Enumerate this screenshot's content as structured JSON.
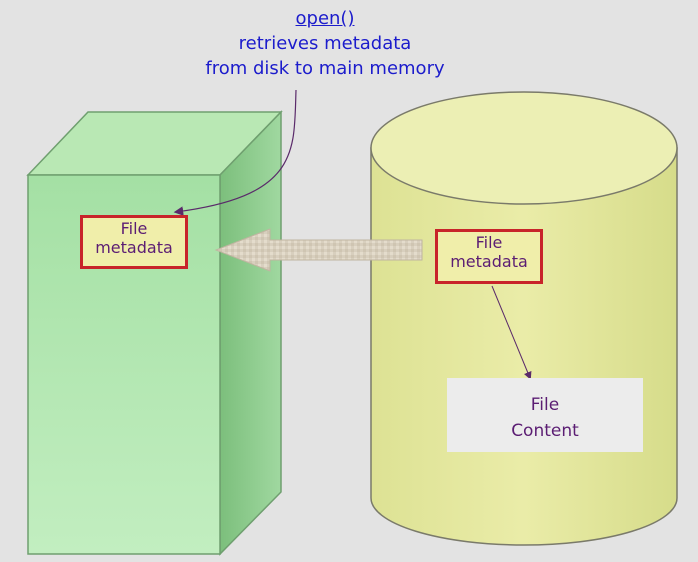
{
  "caption": {
    "call": "open()",
    "line1": "retrieves metadata",
    "line2": "from disk to main memory"
  },
  "memory_box": {
    "line1": "File",
    "line2": "metadata"
  },
  "disk_box": {
    "line1": "File",
    "line2": "metadata"
  },
  "content_box": {
    "line1": "File",
    "line2": "Content"
  },
  "colors": {
    "background": "#e3e3e3",
    "memory_front": "#a6e2a6",
    "memory_side": "#7fc27f",
    "memory_top": "#b9e8b4",
    "disk_body": "#e6ea9e",
    "metadata_fill": "#f0eeaa",
    "metadata_border": "#c8242a",
    "caption_text": "#1c1ccc",
    "label_text": "#5b1d73"
  }
}
